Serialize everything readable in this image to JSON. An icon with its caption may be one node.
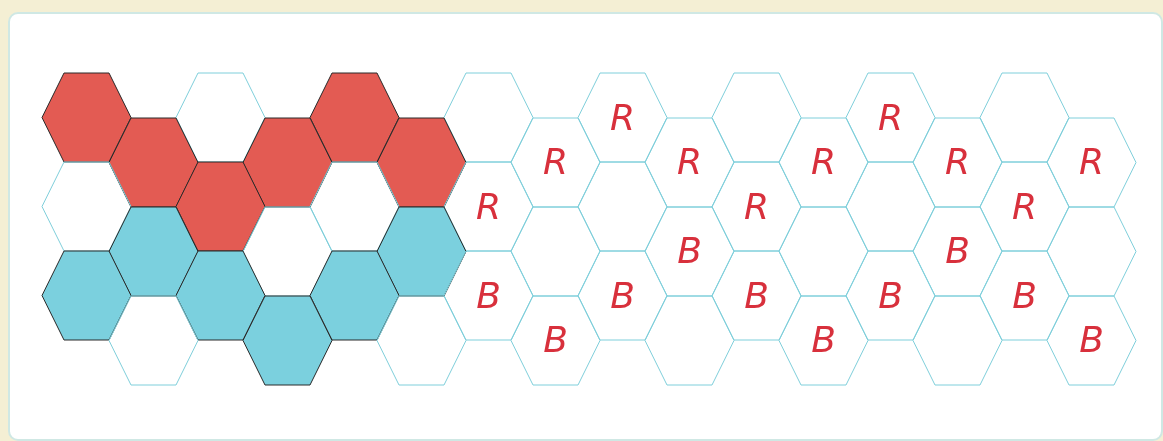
{
  "diagram": {
    "nodes": [
      {
        "text": [],
        "shape": "hexagon"
      },
      {
        "text": [],
        "shape": "hexagon"
      },
      {
        "text": [],
        "shape": "hexagon"
      },
      {
        "text": [],
        "shape": "hexagon"
      },
      {
        "text": [
          "R"
        ]
      },
      {
        "text": [],
        "shape": "hexagon"
      },
      {
        "text": [
          "R"
        ]
      },
      {
        "text": [],
        "shape": "hexagon"
      },
      {
        "text": [],
        "shape": "hexagon"
      },
      {
        "text": [],
        "shape": "hexagon"
      },
      {
        "text": [],
        "shape": "hexagon"
      },
      {
        "text": [
          "R"
        ]
      },
      {
        "text": [
          "R"
        ]
      },
      {
        "text": [
          "R"
        ]
      },
      {
        "text": [
          "R"
        ]
      },
      {
        "text": [
          "R"
        ]
      },
      {
        "text": [],
        "shape": "hexagon"
      },
      {
        "text": [],
        "shape": "hexagon"
      },
      {
        "text": [],
        "shape": "hexagon"
      },
      {
        "text": [
          "R"
        ]
      },
      {
        "text": [],
        "shape": "hexagon"
      },
      {
        "text": [
          "R"
        ]
      },
      {
        "text": [],
        "shape": "hexagon"
      },
      {
        "text": [
          "R"
        ]
      },
      {
        "text": [],
        "shape": "hexagon"
      },
      {
        "text": [],
        "shape": "hexagon"
      },
      {
        "text": [],
        "shape": "hexagon"
      },
      {
        "text": [],
        "shape": "hexagon"
      },
      {
        "text": [
          "B"
        ]
      },
      {
        "text": [],
        "shape": "hexagon"
      },
      {
        "text": [
          "B"
        ]
      },
      {
        "text": [],
        "shape": "hexagon"
      },
      {
        "text": [],
        "shape": "hexagon"
      },
      {
        "text": [],
        "shape": "hexagon"
      },
      {
        "text": [],
        "shape": "hexagon"
      },
      {
        "text": [
          "B"
        ]
      },
      {
        "text": [
          "B"
        ]
      },
      {
        "text": [
          "B"
        ]
      },
      {
        "text": [
          "B"
        ]
      },
      {
        "text": [
          "B"
        ]
      },
      {
        "text": [],
        "shape": "hexagon"
      },
      {
        "text": [],
        "shape": "hexagon"
      },
      {
        "text": [],
        "shape": "hexagon"
      },
      {
        "text": [
          "B"
        ]
      },
      {
        "text": [],
        "shape": "hexagon"
      },
      {
        "text": [
          "B"
        ]
      },
      {
        "text": [],
        "shape": "hexagon"
      },
      {
        "text": [
          "B"
        ]
      }
    ]
  }
}
